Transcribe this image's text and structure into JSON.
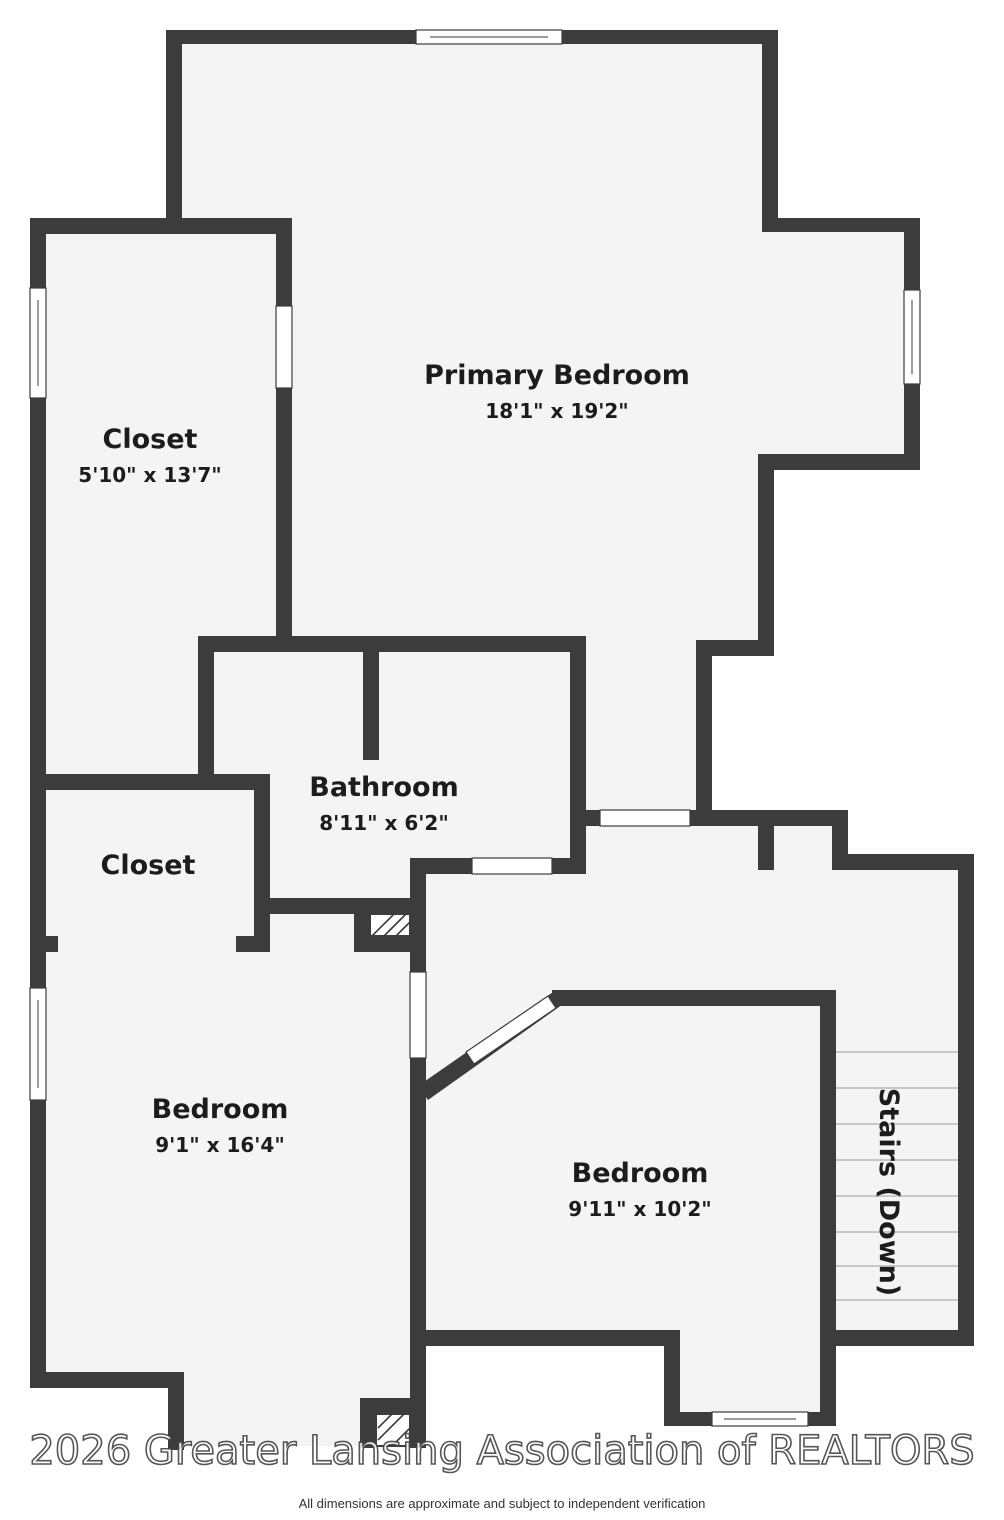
{
  "rooms": {
    "primary_bedroom": {
      "name": "Primary Bedroom",
      "dims": "18'1\" x 19'2\""
    },
    "closet_upper": {
      "name": "Closet",
      "dims": "5'10\" x 13'7\""
    },
    "bathroom": {
      "name": "Bathroom",
      "dims": "8'11\" x 6'2\""
    },
    "closet_lower": {
      "name": "Closet"
    },
    "bedroom_left": {
      "name": "Bedroom",
      "dims": "9'1\" x 16'4\""
    },
    "bedroom_right": {
      "name": "Bedroom",
      "dims": "9'11\" x 10'2\""
    },
    "stairs": {
      "name": "Stairs (Down)"
    }
  },
  "watermark": "2026 Greater Lansing Association of REALTORS",
  "disclaimer": "All dimensions are approximate and subject to independent verification",
  "colors": {
    "wall": "#3c3c3c",
    "floor": "#f4f4f4",
    "background": "#ffffff"
  }
}
